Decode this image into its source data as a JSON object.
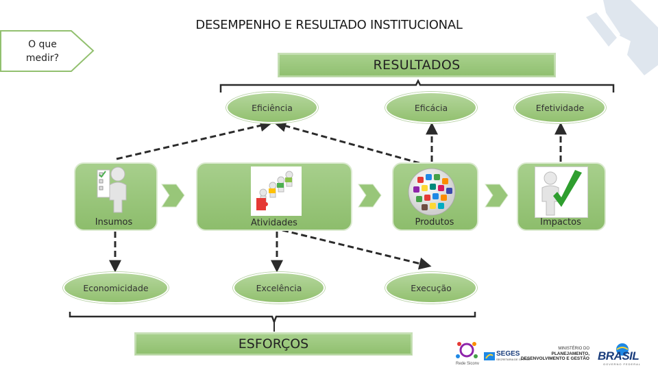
{
  "title": "DESEMPENHO E RESULTADO INSTITUCIONAL",
  "question_tab": "O que medir?",
  "resultados": "RESULTADOS",
  "esforcos": "ESFORÇOS",
  "top_ellipses": [
    "Eficiência",
    "Eficácia",
    "Efetividade"
  ],
  "bottom_ellipses": [
    "Economicidade",
    "Excelência",
    "Execução"
  ],
  "stages": [
    "Insumos",
    "Atividades",
    "Produtos",
    "Impactos"
  ],
  "logos": {
    "rede_label": "Rede Siconv",
    "seges": "SEGES",
    "seges_sub": "SECRETARIA DE GESTÃO",
    "ministerio_line1": "MINISTÉRIO DO",
    "ministerio_line2": "PLANEJAMENTO,",
    "ministerio_line3": "DESENVOLVIMENTO E GESTÃO",
    "brasil": "BRASIL",
    "brasil_sub": "GOVERNO FEDERAL"
  },
  "colors": {
    "green": "#8fbf6e",
    "light_green": "#a9d18e",
    "dashed": "#2b2b2b",
    "watermark": "#dfe6ee"
  }
}
